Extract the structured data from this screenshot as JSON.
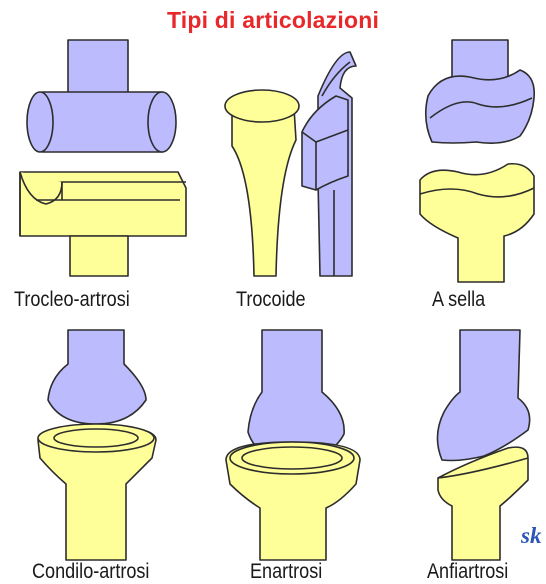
{
  "title": "Tipi di articolazioni",
  "joints": [
    {
      "label": "Trocleo-artrosi"
    },
    {
      "label": "Trocoide"
    },
    {
      "label": "A sella"
    },
    {
      "label": "Condilo-artrosi"
    },
    {
      "label": "Enartrosi"
    },
    {
      "label": "Anfiartrosi"
    }
  ],
  "signature": "sk",
  "colors": {
    "upper_bone": "#bbbbfd",
    "lower_bone": "#ffff99",
    "outline": "#2d2d2d",
    "title": "#e8282a",
    "signature": "#2b55b8"
  }
}
